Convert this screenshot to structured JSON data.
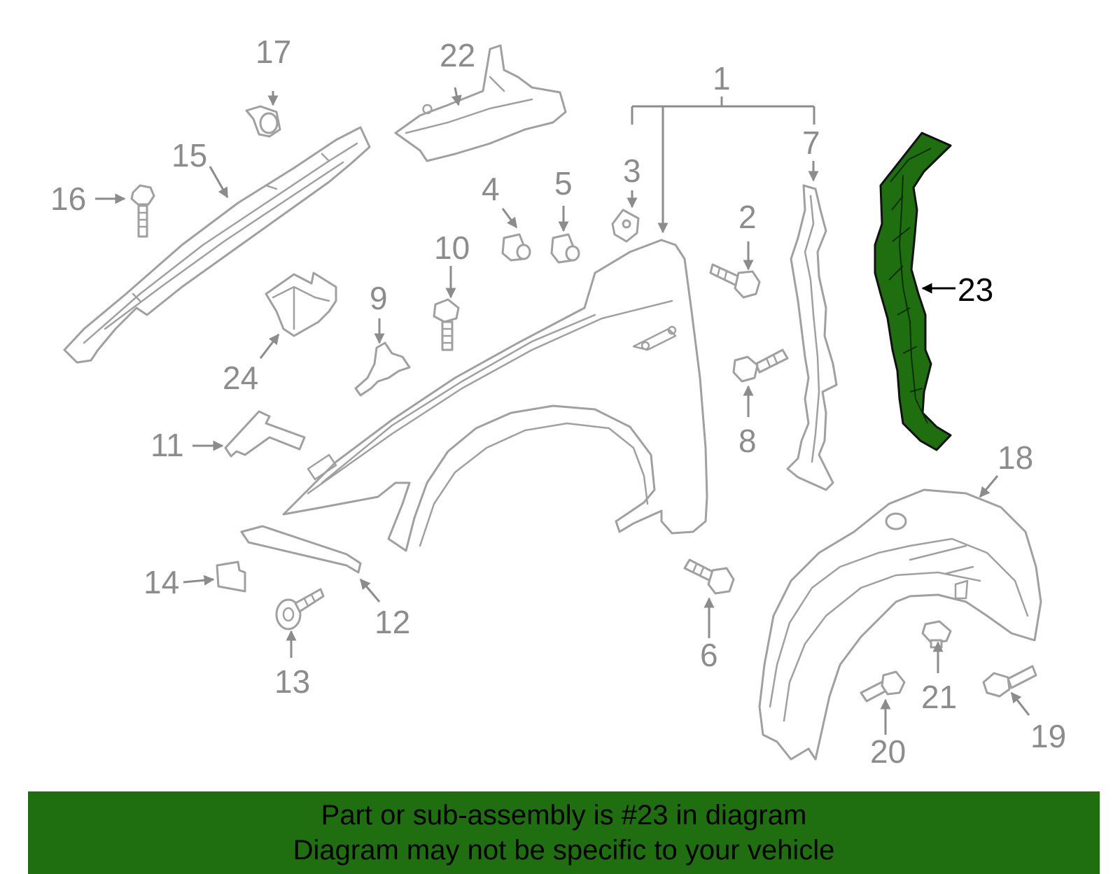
{
  "callouts": {
    "c1": "1",
    "c2": "2",
    "c3": "3",
    "c4": "4",
    "c5": "5",
    "c6": "6",
    "c7": "7",
    "c8": "8",
    "c9": "9",
    "c10": "10",
    "c11": "11",
    "c12": "12",
    "c13": "13",
    "c14": "14",
    "c15": "15",
    "c16": "16",
    "c17": "17",
    "c18": "18",
    "c19": "19",
    "c20": "20",
    "c21": "21",
    "c22": "22",
    "c23": "23",
    "c24": "24"
  },
  "highlight": {
    "part_number": "23",
    "color": "#1f6f10"
  },
  "banner": {
    "line1": "Part or sub-assembly is #23 in diagram",
    "line2": "Diagram may not be specific to your vehicle",
    "background": "#1f6f10"
  }
}
